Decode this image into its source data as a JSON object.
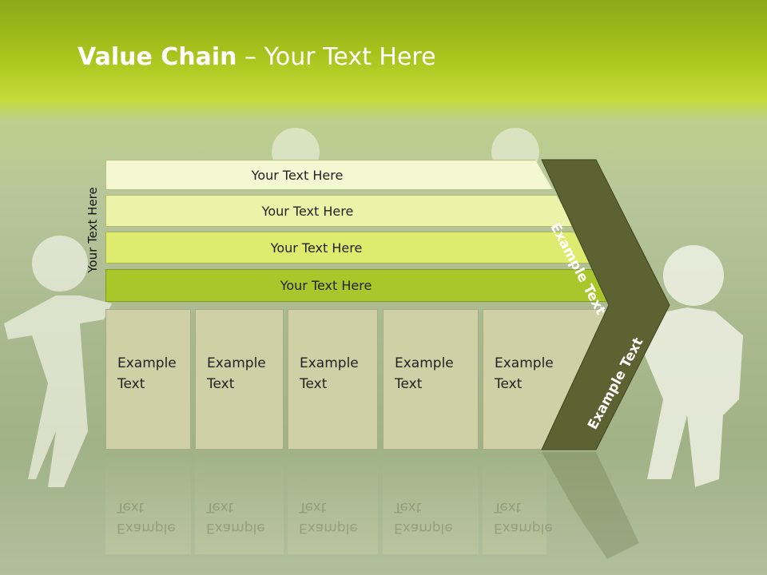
{
  "title": {
    "bold": "Value Chain",
    "rest": " – Your Text Here"
  },
  "side_label": "Your Text Here",
  "bars": [
    {
      "label": "Your Text Here",
      "color": "#f3f8d2"
    },
    {
      "label": "Your Text Here",
      "color": "#ecf3a8"
    },
    {
      "label": "Your Text Here",
      "color": "#dfeb6e"
    },
    {
      "label": "Your Text Here",
      "color": "#a9c62a"
    }
  ],
  "boxes": [
    {
      "line1": "Example",
      "line2": "Text"
    },
    {
      "line1": "Example",
      "line2": "Text"
    },
    {
      "line1": "Example",
      "line2": "Text"
    },
    {
      "line1": "Example",
      "line2": "Text"
    },
    {
      "line1": "Example",
      "line2": "Text"
    }
  ],
  "chevron": {
    "upper": "Example Text",
    "lower": "Example Text",
    "color": "#5d6232"
  }
}
